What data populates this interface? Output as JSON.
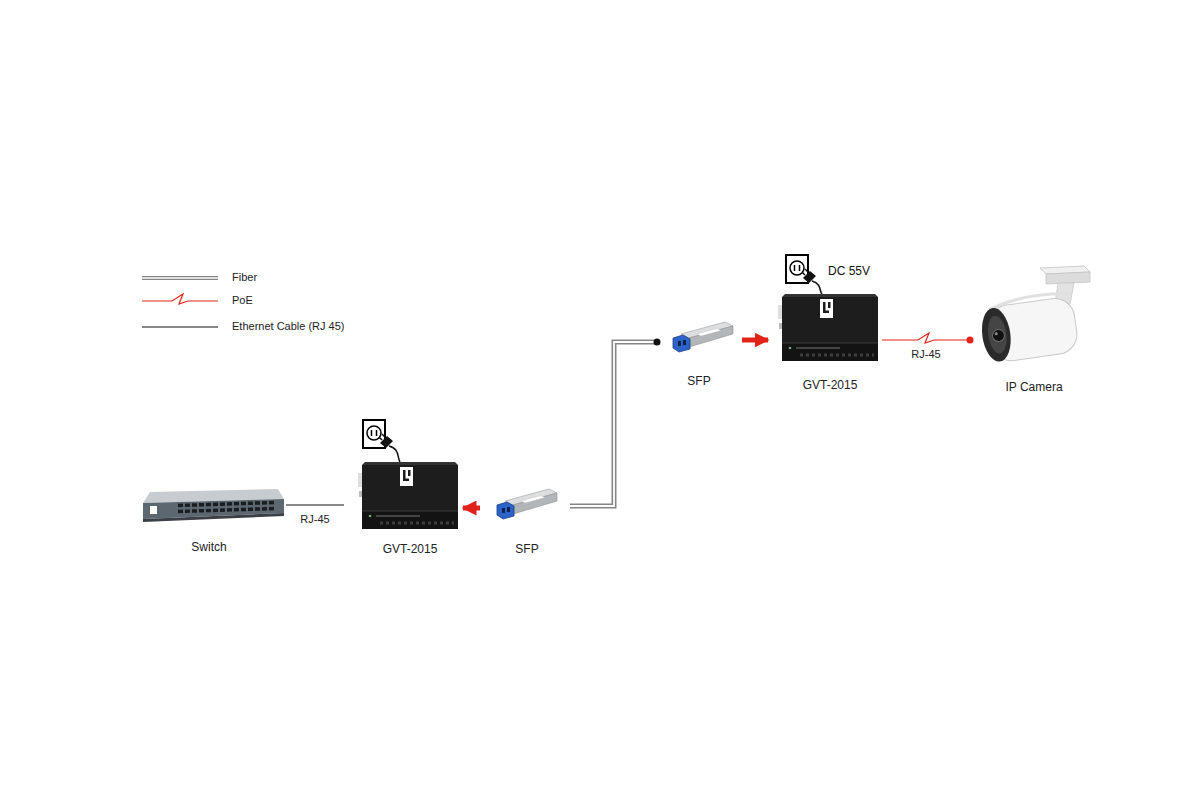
{
  "diagram": {
    "nodes": [
      {
        "text": [
          "Switch"
        ]
      },
      {
        "text": [
          "GVT-2015"
        ]
      },
      {
        "text": [
          "SFP"
        ]
      },
      {
        "text": [
          "SFP"
        ]
      },
      {
        "text": [
          "GVT-2015"
        ]
      },
      {
        "text": [
          "IP Camera"
        ]
      }
    ],
    "edges": [
      {
        "from": 0,
        "to": 1,
        "arrow": "none",
        "label": "RJ-45"
      },
      {
        "from": 2,
        "to": 1,
        "arrow": "to"
      },
      {
        "from": 2,
        "to": 3,
        "arrow": "none"
      },
      {
        "from": 3,
        "to": 4,
        "arrow": "to"
      },
      {
        "from": 4,
        "to": 5,
        "arrow": "none",
        "label": "RJ-45"
      }
    ],
    "labels": [
      "DC 55V"
    ],
    "legend": [
      {
        "text": "Fiber"
      },
      {
        "text": "PoE"
      },
      {
        "text": "Ethernet Cable (RJ 45)"
      }
    ]
  }
}
